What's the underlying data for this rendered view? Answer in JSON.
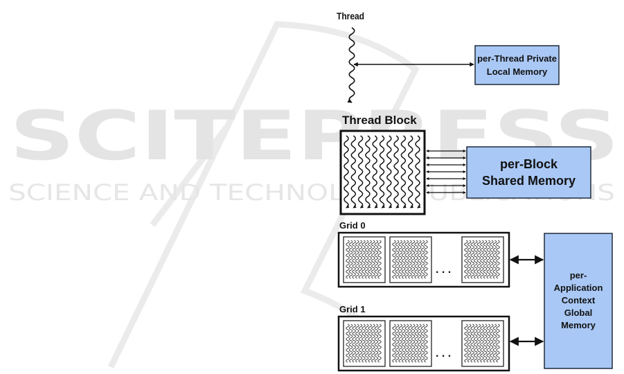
{
  "watermark": {
    "title": "SCITEPRESS",
    "subtitle": "SCIENCE AND TECHNOLOGY PUBLICATIONS"
  },
  "colors": {
    "memory_fill": "#a9c8f5",
    "memory_stroke": "#1f2a3a",
    "line": "#111111",
    "watermark": "#e4e4e4"
  },
  "thread": {
    "label": "Thread"
  },
  "thread_block": {
    "label": "Thread Block",
    "thread_count": 11,
    "shared_links": 7
  },
  "memories": {
    "local": {
      "line1": "per-Thread Private",
      "line2": "Local Memory"
    },
    "shared": {
      "line1": "per-Block",
      "line2": "Shared Memory"
    },
    "global": {
      "line1": "per-",
      "line2": "Application",
      "line3": "Context",
      "line4": "Global",
      "line5": "Memory"
    }
  },
  "grids": [
    {
      "label": "Grid 0",
      "ellipsis": ". . ."
    },
    {
      "label": "Grid 1",
      "ellipsis": ". . ."
    }
  ]
}
